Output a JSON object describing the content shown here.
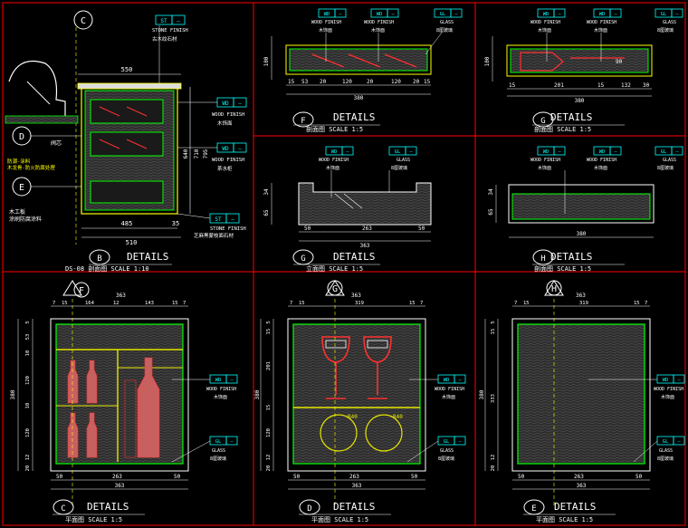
{
  "colors": {
    "background": "#000000",
    "frame": "#ff0000",
    "text": "#ffffff",
    "tag": "#00ffff",
    "cabinet": "#00ff00",
    "fill": "#3a3a3a",
    "shelf": "#e6e600",
    "accent": "#ff3030",
    "leader": "#ffff00"
  },
  "tags": {
    "st": "ST",
    "wd": "WD",
    "gl": "GL",
    "dash": "—",
    "stone_finish": "STONE FINISH",
    "wood_finish": "WOOD FINISH",
    "glass": "GLASS",
    "wood_cn": "木饰面",
    "glass_cn": "8厘玻璃",
    "marble_cn": "古木纹石材",
    "sink_cn": "茶水柜",
    "stone_cn2": "芝麻黑蒙枝面石材",
    "board_cn": "木工板",
    "waterproof_cn": "涂刷防腐涂料",
    "core_cn": "阀芯",
    "note_cn1": "防潮-涂料",
    "note_cn2": "木龙骨-防火防腐处理"
  },
  "panels": {
    "b": {
      "letter": "B",
      "word": "DETAILS",
      "sub": "DS-08 剖面图 SCALE 1:10",
      "bubble_c": "C",
      "bubble_d": "D",
      "bubble_e": "E",
      "dims": {
        "top": "550",
        "bottom1": "485",
        "bottom2": "35",
        "total": "510",
        "h1": "640",
        "h2": "710",
        "h3": "795"
      }
    },
    "f": {
      "letter": "F",
      "word": "DETAILS",
      "sub": "剖面图 SCALE 1:5",
      "dims": [
        "15",
        "53",
        "20",
        "120",
        "20",
        "120",
        "20",
        "15"
      ],
      "total": "380"
    },
    "g": {
      "letter": "G",
      "word": "DETAILS",
      "sub": "剖面图 SCALE 1:5",
      "dims": [
        "15",
        "201",
        "15",
        "132",
        "30"
      ],
      "total": "380",
      "ws": "90"
    },
    "g2": {
      "letter": "G",
      "word": "DETAILS",
      "sub": "立面图 SCALE 1:5",
      "dims": [
        "50",
        "263",
        "50"
      ],
      "total": "363"
    },
    "h": {
      "letter": "H",
      "word": "DETAILS",
      "sub": "剖面图 SCALE 1:5",
      "total": "380"
    },
    "c": {
      "letter": "C",
      "word": "DETAILS",
      "sub": "平面图 SCALE 1:5",
      "mark": "F",
      "top": [
        "7",
        "15",
        "164",
        "12",
        "143",
        "15",
        "7"
      ],
      "top_total": "363",
      "left": [
        "5",
        "53",
        "10",
        "120",
        "10",
        "120",
        "12",
        "20"
      ],
      "left_total": "380",
      "bottom": [
        "50",
        "263",
        "50"
      ],
      "bottom_total": "363"
    },
    "d": {
      "letter": "D",
      "word": "DETAILS",
      "sub": "平面图 SCALE 1:5",
      "mark": "G",
      "top": [
        "7",
        "15",
        "319",
        "15",
        "7"
      ],
      "top_total": "363",
      "left": [
        "5",
        "15",
        "201",
        "15",
        "120",
        "12",
        "20"
      ],
      "left_total": "380",
      "bottom": [
        "50",
        "263",
        "50"
      ],
      "bottom_total": "363",
      "r1": "R40",
      "r2": "R40"
    },
    "e": {
      "letter": "E",
      "word": "DETAILS",
      "sub": "平面图 SCALE 1:5",
      "mark": "H",
      "top": [
        "7",
        "15",
        "319",
        "15",
        "7"
      ],
      "top_total": "363",
      "left": [
        "5",
        "15",
        "333",
        "12",
        "20"
      ],
      "left_total": "380",
      "bottom": [
        "50",
        "263",
        "50"
      ],
      "bottom_total": "363"
    }
  }
}
